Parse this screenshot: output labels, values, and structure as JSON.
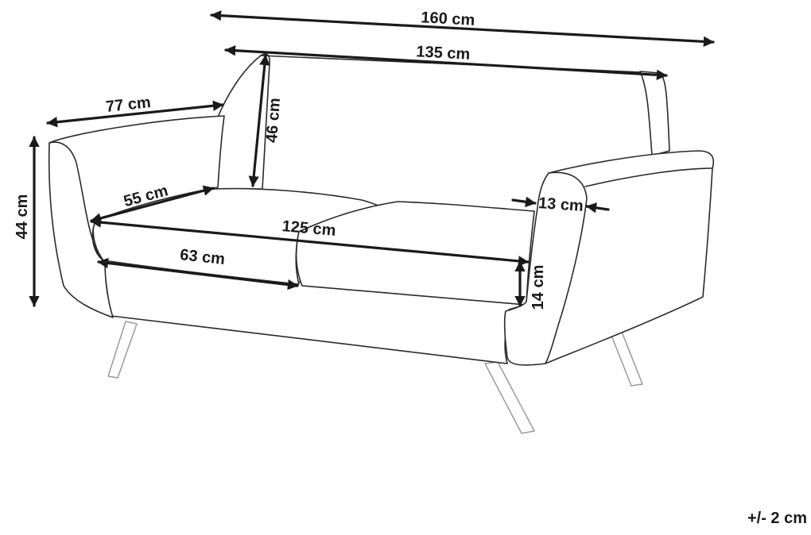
{
  "dimensions": {
    "total_width": "160 cm",
    "backrest_width": "135 cm",
    "depth": "77 cm",
    "backrest_height": "46 cm",
    "total_height": "44 cm",
    "seat_depth": "55 cm",
    "seat_width": "125 cm",
    "cushion_width": "63 cm",
    "armrest_width": "13 cm",
    "seat_thickness": "14 cm"
  },
  "tolerance": "+/- 2 cm",
  "colors": {
    "outline": "#2a2a2a",
    "legs": "#9a9a9a",
    "dimension_lines": "#1a1a1a",
    "background": "#ffffff"
  }
}
